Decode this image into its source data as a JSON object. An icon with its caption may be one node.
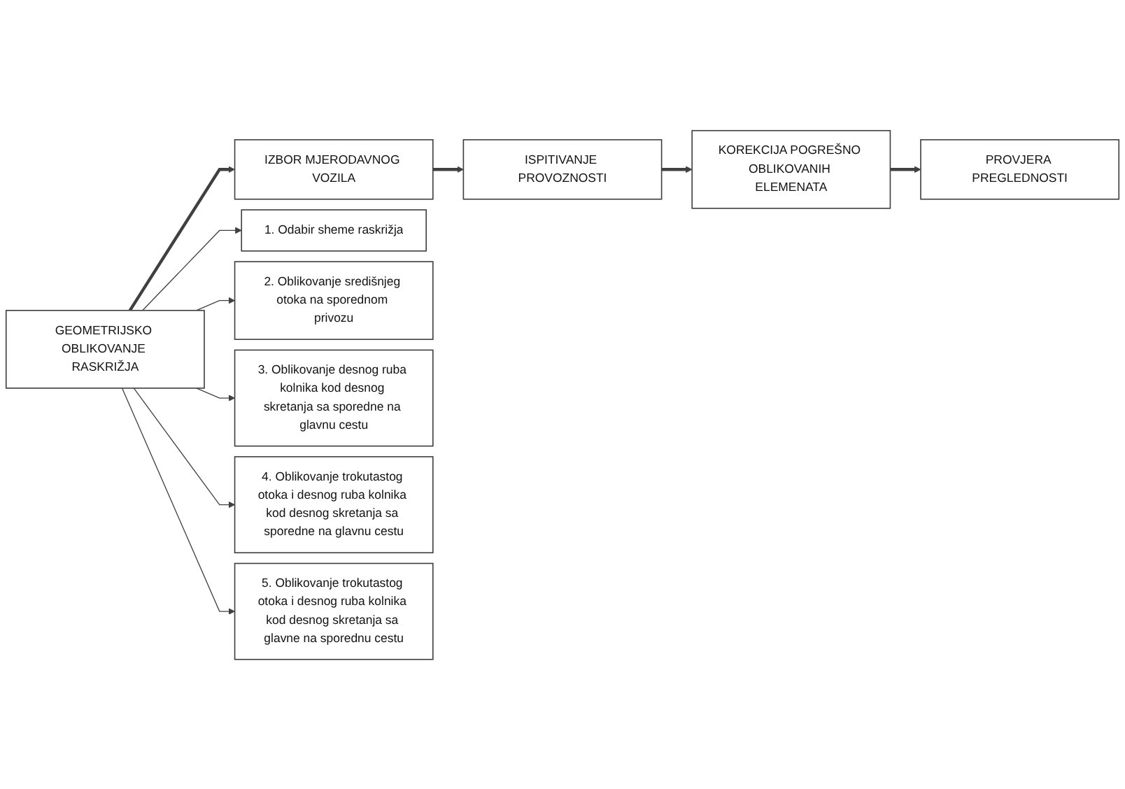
{
  "diagram": {
    "nodes": [
      {
        "text": [
          "GEOMETRIJSKO OBLIKOVANJE RASKRIŽJA"
        ]
      },
      {
        "text": [
          "IZBOR MJERODAVNOG VOZILA"
        ]
      },
      {
        "text": [
          "ISPITIVANJE PROVOZNOSTI"
        ]
      },
      {
        "text": [
          "KOREKCIJA POGREŠNO OBLIKOVANIH ELEMENATA"
        ]
      },
      {
        "text": [
          "PROVJERA PREGLEDNOSTI"
        ]
      },
      {
        "text": [
          "1. Odabir sheme raskrižja"
        ]
      },
      {
        "text": [
          "2. Oblikovanje središnjeg otoka na sporednom privozu"
        ]
      },
      {
        "text": [
          "3. Oblikovanje desnog ruba kolnika kod desnog skretanja sa sporedne na glavnu cestu"
        ]
      },
      {
        "text": [
          "4. Oblikovanje trokutastog otoka i desnog ruba kolnika kod desnog skretanja sa sporedne na glavnu cestu"
        ]
      },
      {
        "text": [
          "5. Oblikovanje trokutastog otoka i desnog ruba kolnika kod desnog skretanja sa glavne na sporednu cestu"
        ]
      }
    ],
    "edges": [
      {
        "from": 0,
        "to": 1,
        "arrow": "to",
        "style": "thick"
      },
      {
        "from": 1,
        "to": 2,
        "arrow": "to",
        "style": "thick"
      },
      {
        "from": 2,
        "to": 3,
        "arrow": "to",
        "style": "thick"
      },
      {
        "from": 3,
        "to": 4,
        "arrow": "to",
        "style": "thick"
      },
      {
        "from": 0,
        "to": 5,
        "arrow": "to"
      },
      {
        "from": 0,
        "to": 6,
        "arrow": "to"
      },
      {
        "from": 0,
        "to": 7,
        "arrow": "to"
      },
      {
        "from": 0,
        "to": 8,
        "arrow": "to"
      },
      {
        "from": 0,
        "to": 9,
        "arrow": "to"
      }
    ]
  }
}
